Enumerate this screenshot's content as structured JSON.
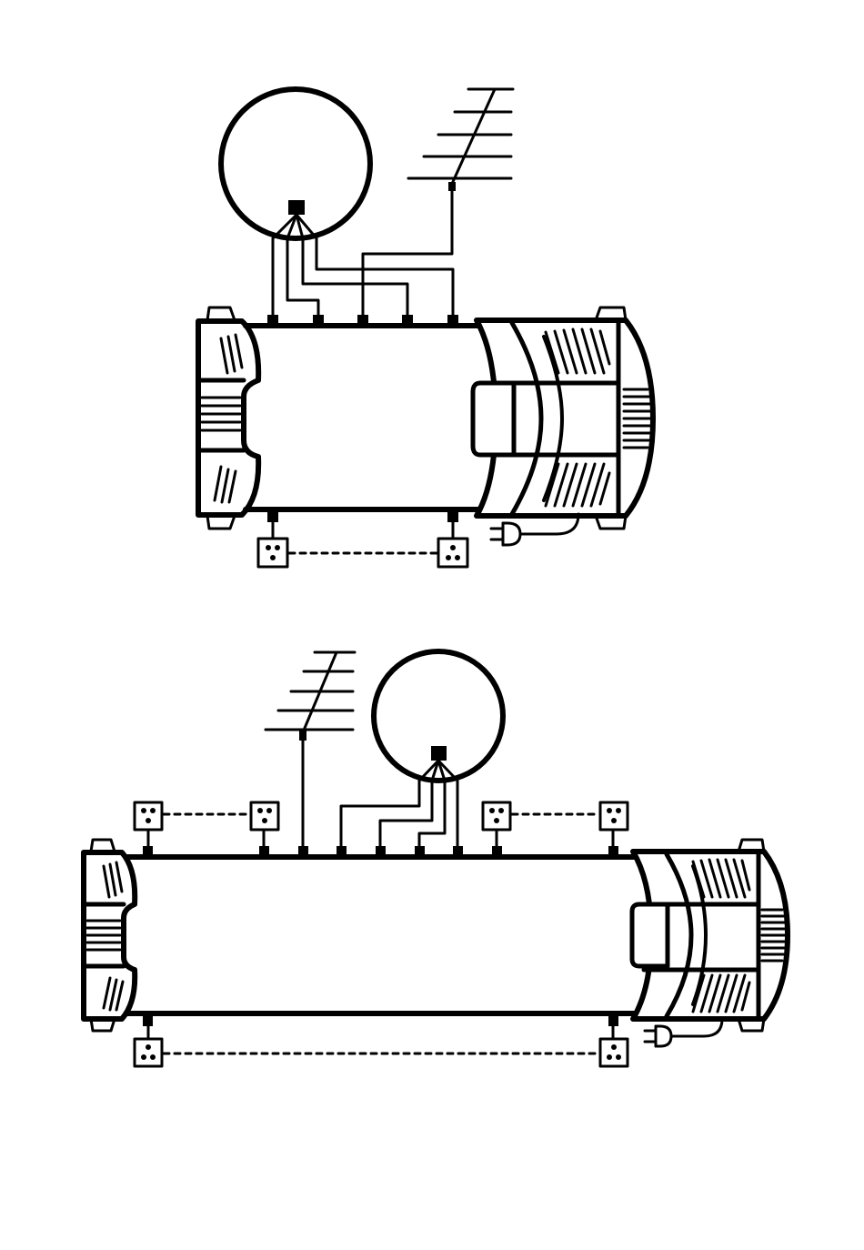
{
  "colors": {
    "stroke": "#000000",
    "background": "#ffffff"
  },
  "diagrams": [
    {
      "name": "multiswitch-5-input",
      "inputs": [
        "satellite-dish",
        "terrestrial-antenna"
      ],
      "input_port_count": 5,
      "output_port_count": 2,
      "wall_outlets": 2,
      "power": "mains-plug"
    },
    {
      "name": "multiswitch-cascade-9-port",
      "inputs": [
        "terrestrial-antenna",
        "satellite-dish"
      ],
      "input_port_count": 5,
      "top_output_port_count": 4,
      "bottom_output_port_count": 2,
      "wall_outlets": 6,
      "power": "mains-plug"
    }
  ]
}
